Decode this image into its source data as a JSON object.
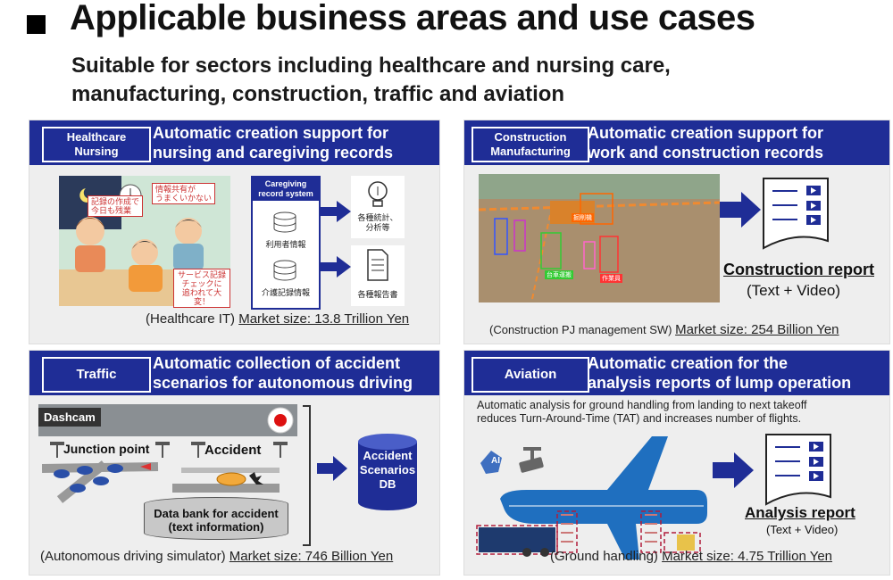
{
  "header": {
    "title": "Applicable business areas and use cases",
    "subtitle_line1": "Suitable for sectors including healthcare and nursing care,",
    "subtitle_line2": "manufacturing, construction, traffic and  aviation"
  },
  "panels": {
    "healthcare": {
      "tag": "Healthcare\nNursing",
      "title": "Automatic creation support for\nnursing and caregiving records",
      "bubble1": "記録の作成で\n今日も残業",
      "bubble2": "情報共有が\nうまくいかない",
      "bubble3": "サービス記録\nチェックに\n追われて大変！",
      "system_title": "Caregiving\nrecord system",
      "db1_label": "利用者情報",
      "db2_label": "介護記録情報",
      "out1_label": "各種統計、\n分析等",
      "out2_label": "各種報告書",
      "market_prefix": "(Healthcare IT) ",
      "market_value": "Market size: 13.8 Trillion Yen"
    },
    "construction": {
      "tag": "Construction\nManufacturing",
      "title": "Automatic creation support for\nwork and construction records",
      "photo_label1": "掘削機",
      "photo_label2": "作業員",
      "photo_label3": "台車運搬",
      "report_title": "Construction report",
      "report_sub": "(Text  + Video)",
      "market_prefix": "(Construction PJ management SW) ",
      "market_value": "Market size: 254 Billion Yen"
    },
    "traffic": {
      "tag": "Traffic",
      "title": "Automatic collection of accident\nscenarios for autonomous driving",
      "dashcam": "Dashcam",
      "junction": "Junction point",
      "accident": "Accident",
      "databank": "Data bank for accident\n(text information)",
      "db": "Accident\nScenarios\nDB",
      "market_prefix": "(Autonomous driving simulator) ",
      "market_value": "Market size: 746 Billion Yen"
    },
    "aviation": {
      "tag": "Aviation",
      "title": "Automatic creation for the\nanalysis reports of lump operation",
      "description": "Automatic analysis for ground handling from landing to next takeoff\nreduces Turn-Around-Time (TAT) and increases number of flights.",
      "ai": "AI",
      "report_title": "Analysis report",
      "report_sub": "(Text + Video)",
      "market_prefix": "(Ground handling) ",
      "market_value": "Market size: 4.75 Trillion Yen"
    }
  },
  "colors": {
    "band": "#1f2d96",
    "panel_bg": "#eeeeee",
    "arrow": "#1f2d96",
    "plane": "#1f6fbf"
  }
}
